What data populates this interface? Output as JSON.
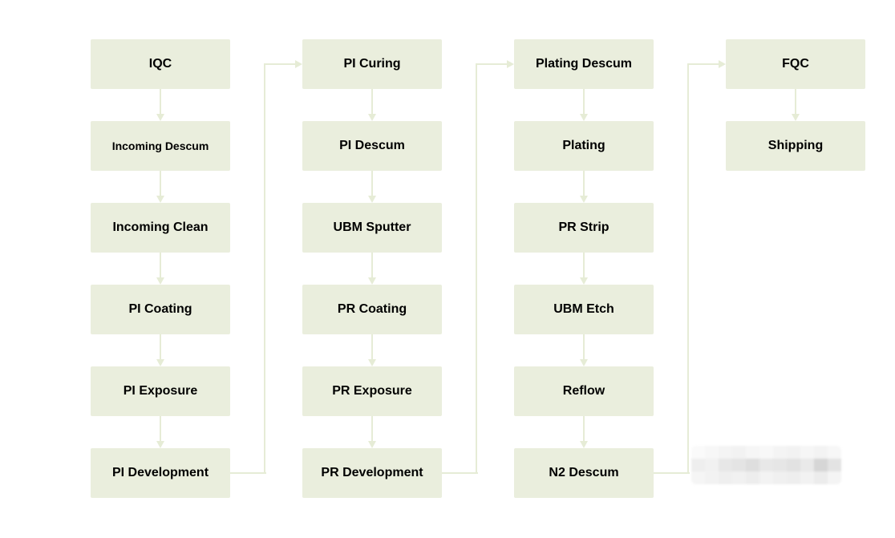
{
  "diagram": {
    "type": "process-flowchart",
    "colors": {
      "background": "#ffffff",
      "box_fill": "#eaeedd",
      "connector": "#e6ecd6",
      "text": "#000000"
    },
    "columns": [
      {
        "name": "column-1",
        "steps": [
          "IQC",
          "Incoming Descum",
          "Incoming Clean",
          "PI Coating",
          "PI Exposure",
          "PI Development"
        ]
      },
      {
        "name": "column-2",
        "steps": [
          "PI Curing",
          "PI Descum",
          "UBM Sputter",
          "PR Coating",
          "PR Exposure",
          "PR Development"
        ]
      },
      {
        "name": "column-3",
        "steps": [
          "Plating Descum",
          "Plating",
          "PR Strip",
          "UBM Etch",
          "Reflow",
          "N2 Descum"
        ]
      },
      {
        "name": "column-4",
        "steps": [
          "FQC",
          "Shipping"
        ]
      }
    ],
    "connections": [
      {
        "from": "PI Development",
        "to": "PI Curing"
      },
      {
        "from": "PR Development",
        "to": "Plating Descum"
      },
      {
        "from": "N2 Descum",
        "to": "FQC"
      }
    ]
  },
  "watermark": {
    "description": "pixelated-blur-mosaic",
    "rows": [
      [
        "#fafafa",
        "#f7f7f7",
        "#f4f4f4",
        "#f2f2f2",
        "#f6f6f6",
        "#f8f8f8",
        "#f4f4f4",
        "#f2f2f2",
        "#f6f6f6",
        "#f3f3f3",
        "#f7f7f7"
      ],
      [
        "#eeeeee",
        "#f1f1f1",
        "#e7e7e7",
        "#e4e4e4",
        "#dedede",
        "#e8e8e8",
        "#e6e6e6",
        "#e2e2e2",
        "#e9e9e9",
        "#d6d6d6",
        "#e3e3e3"
      ],
      [
        "#f5f5f5",
        "#f2f2f2",
        "#efefef",
        "#f1f1f1",
        "#ededed",
        "#f3f3f3",
        "#f0f0f0",
        "#eeeeee",
        "#f2f2f2",
        "#ececec",
        "#f4f4f4"
      ]
    ]
  }
}
